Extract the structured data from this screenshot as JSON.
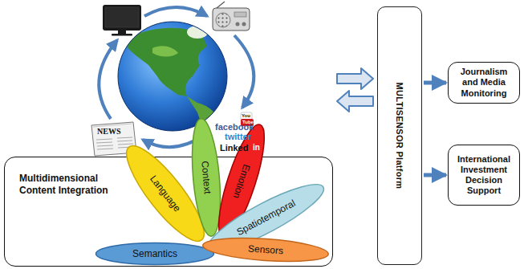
{
  "diagram": {
    "nodes": [
      {
        "text": [
          "Multidimensional Content Integration"
        ]
      },
      {
        "text": [
          "Language"
        ],
        "in": 0
      },
      {
        "text": [
          "Context"
        ],
        "in": 0
      },
      {
        "text": [
          "Emotion"
        ],
        "in": 0
      },
      {
        "text": [
          "Spatiotemporal"
        ],
        "in": 0
      },
      {
        "text": [
          "Semantics"
        ],
        "in": 0
      },
      {
        "text": [
          "Sensors"
        ],
        "in": 0
      },
      {
        "text": [
          "MULTISENSOR Platform"
        ]
      },
      {
        "text": [
          "Journalism and Media Monitoring"
        ]
      },
      {
        "text": [
          "International Investment Decision Support"
        ]
      }
    ],
    "edges": [
      {
        "from": 7,
        "to": 8,
        "arrow": "to"
      },
      {
        "from": 7,
        "to": 9,
        "arrow": "to"
      }
    ],
    "labels": [
      "NEWS",
      "You",
      "Tube",
      "facebook",
      "twitter",
      "Linked",
      "in"
    ]
  }
}
